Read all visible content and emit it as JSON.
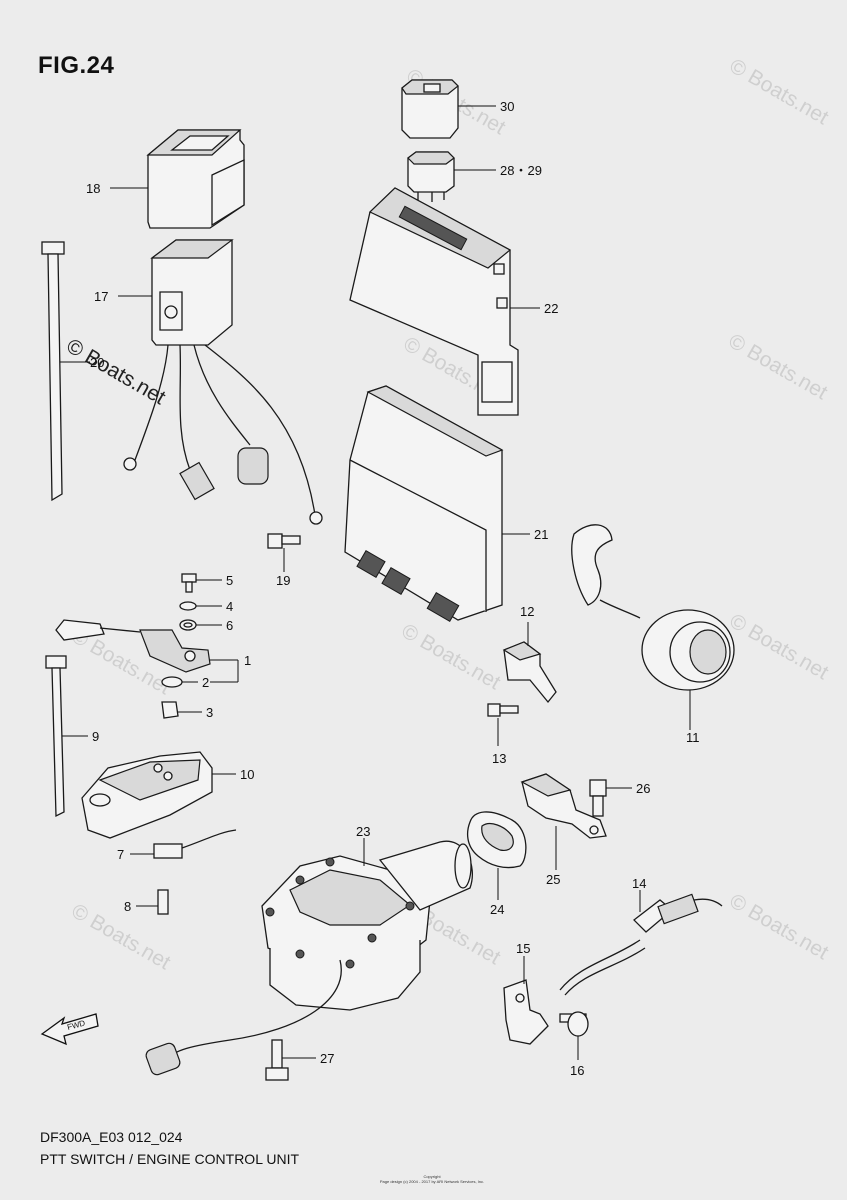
{
  "figure": {
    "title": "FIG.24",
    "model_code": "DF300A_E03 012_024",
    "description": "PTT SWITCH / ENGINE CONTROL UNIT",
    "copyright_lines": [
      "Copyright",
      "Page design (c) 2004 - 2017 by ARI Network Services, Inc."
    ]
  },
  "watermark": {
    "text": "© Boats.net"
  },
  "fwd_arrow": {
    "label": "FWD"
  },
  "callouts": {
    "n1": "1",
    "n2": "2",
    "n3": "3",
    "n4": "4",
    "n5": "5",
    "n6": "6",
    "n7": "7",
    "n8": "8",
    "n9": "9",
    "n10": "10",
    "n11": "11",
    "n12": "12",
    "n13": "13",
    "n14": "14",
    "n15": "15",
    "n16": "16",
    "n17": "17",
    "n18": "18",
    "n19": "19",
    "n20": "20",
    "n21": "21",
    "n22": "22",
    "n23": "23",
    "n24": "24",
    "n25": "25",
    "n26": "26",
    "n27": "27",
    "n28_29": "28・29",
    "n30": "30"
  }
}
